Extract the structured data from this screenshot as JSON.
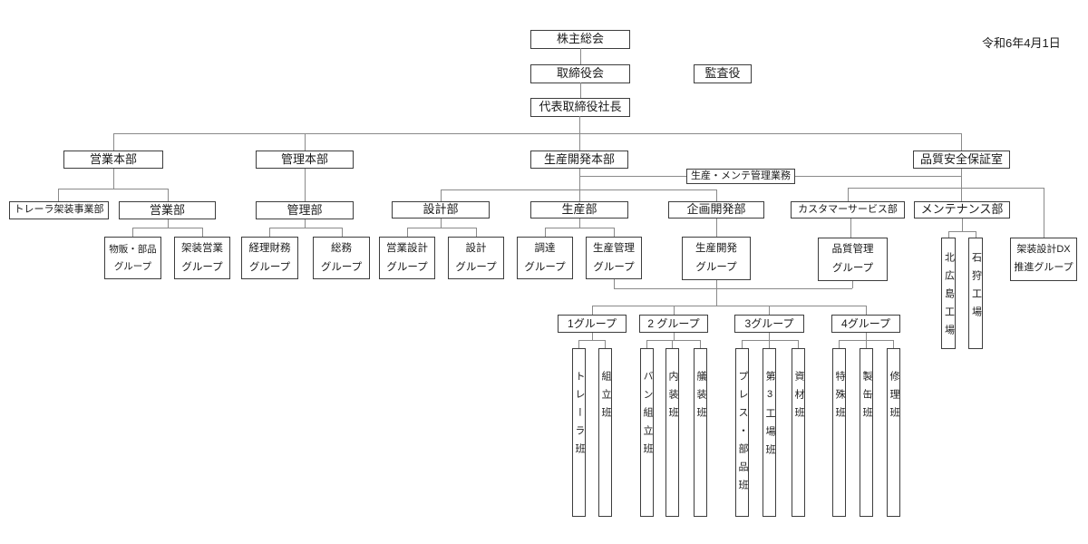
{
  "date": "令和6年4月1日",
  "org": {
    "shareholders_meeting": "株主総会",
    "board_of_directors": "取締役会",
    "auditor": "監査役",
    "president": "代表取締役社長",
    "sales_hq": "営業本部",
    "admin_hq": "管理本部",
    "production_dev_hq": "生産開発本部",
    "quality_safety_office": "品質安全保証室",
    "prod_maint_mgmt": "生産・メンテ管理業務",
    "trailer_body_biz_dept": "トレーラ架装事業部",
    "sales_dept": "営業部",
    "admin_dept": "管理部",
    "design_dept": "設計部",
    "production_dept": "生産部",
    "planning_dev_dept": "企画開発部",
    "customer_service_dept": "カスタマーサービス部",
    "maintenance_dept": "メンテナンス部"
  },
  "groups": {
    "merch_parts": "物販・部品\nグループ",
    "body_sales": "架装営業\nグループ",
    "finance": "経理財務\nグループ",
    "general_affairs": "総務\nグループ",
    "sales_design": "営業設計\nグループ",
    "design": "設計\nグループ",
    "procurement": "調達\nグループ",
    "production_control": "生産管理\nグループ",
    "production_dev": "生産開発\nグループ",
    "quality_control": "品質管理\nグループ",
    "body_design_dx": "架装設計DX\n推進グループ",
    "g1": "1グループ",
    "g2": "2 グループ",
    "g3": "3グループ",
    "g4": "4グループ"
  },
  "plants": {
    "kitahiroshima": "北広島工場",
    "ishikari": "石狩工場"
  },
  "teams": {
    "trailer": "トレーラ班",
    "assembly": "組立班",
    "van_assembly": "バン組立班",
    "interior": "内装班",
    "outfitting": "艤装班",
    "press_parts": "プレス・部品班",
    "no3_factory": "第3工場班",
    "materials": "資材班",
    "special": "特殊班",
    "can_making": "製缶班",
    "repair": "修理班"
  }
}
